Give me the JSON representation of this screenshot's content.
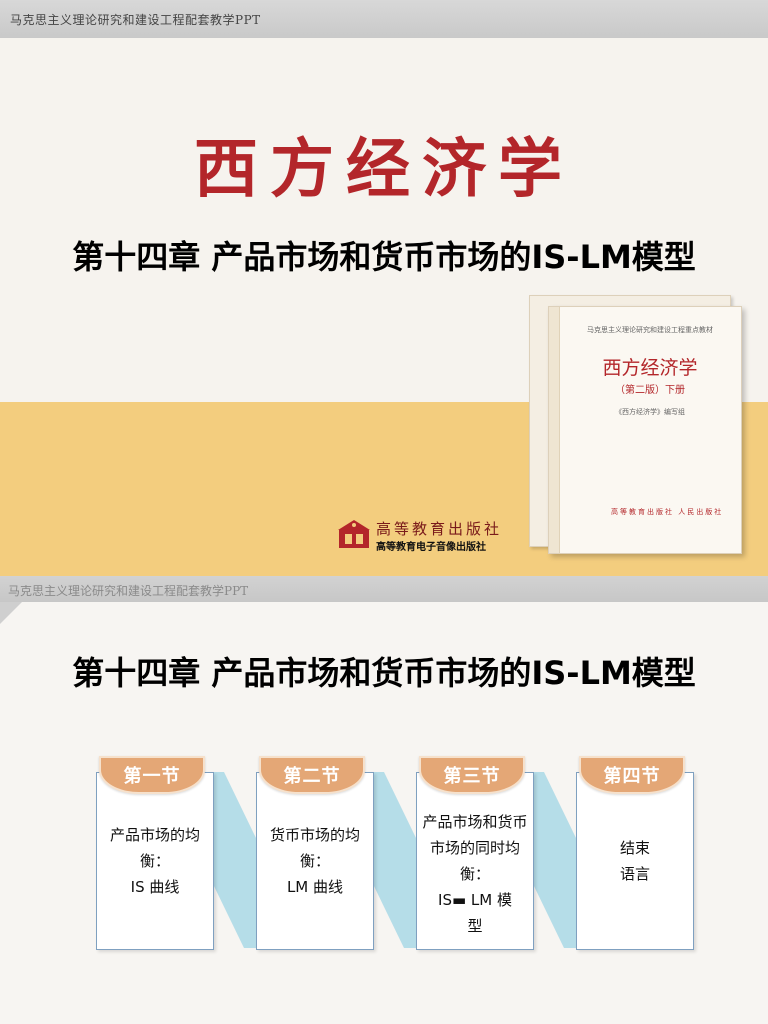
{
  "slide1": {
    "header_text": "马克思主义理论研究和建设工程配套教学PPT",
    "main_title": "西方经济学",
    "chapter_title": "第十四章 产品市场和货币市场的IS-LM模型",
    "book": {
      "series": "马克思主义理论研究和建设工程重点教材",
      "title": "西方经济学",
      "edition": "（第二版）下册",
      "author": "《西方经济学》编写组",
      "publisher_small": "高等教育出版社 人民出版社"
    },
    "publisher": {
      "name_calligraphy": "高等教育出版社",
      "name_av": "高等教育电子音像出版社"
    },
    "colors": {
      "title_red": "#b3262a",
      "band_gold": "#f3cd7e",
      "background": "#f6f3ee"
    }
  },
  "slide2": {
    "header_text": "马克思主义理论研究和建设工程配套教学PPT",
    "chapter_title": "第十四章 产品市场和货币市场的IS-LM模型",
    "sections": [
      {
        "tab": "第一节",
        "text": "产品市场的均衡：\nIS 曲线"
      },
      {
        "tab": "第二节",
        "text": "货币市场的均衡：\nLM 曲线"
      },
      {
        "tab": "第三节",
        "text": "产品市场和货币\n市场的同时均衡：\nIS▬ LM 模\n型"
      },
      {
        "tab": "第四节",
        "text": "结束\n语言"
      }
    ],
    "colors": {
      "tab_orange": "#e4a776",
      "connector_blue": "#a9d8e6",
      "card_border": "#7fa0c0"
    }
  }
}
